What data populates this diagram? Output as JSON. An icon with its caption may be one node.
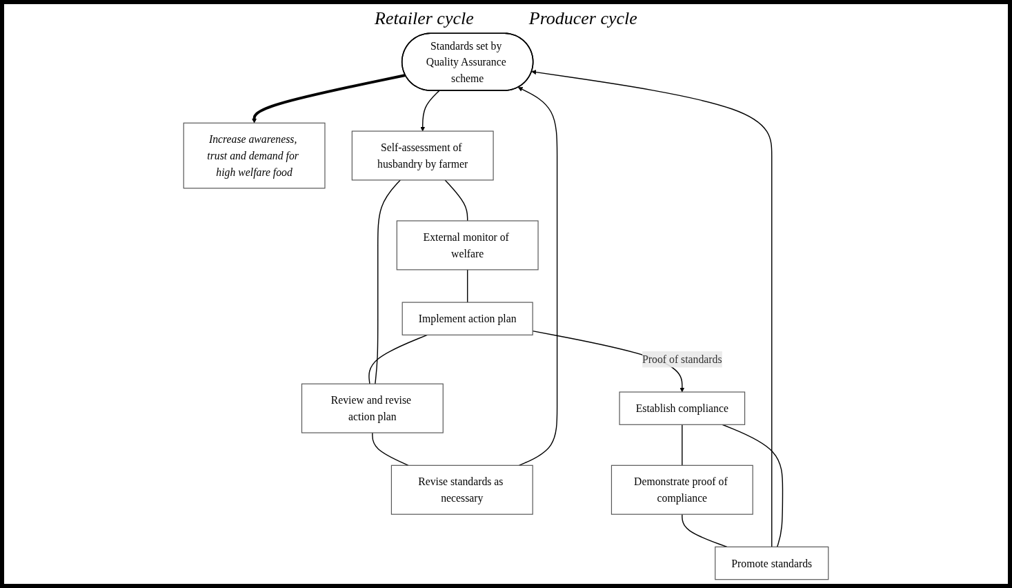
{
  "diagram": {
    "nodes": [
      {
        "text": [
          "Standards set by Quality Assurance scheme"
        ]
      },
      {
        "text": [
          "Increase awareness, trust and demand for high welfare food"
        ]
      },
      {
        "text": [
          "Promote standards"
        ]
      },
      {
        "text": [
          "Revise standards as necessary"
        ]
      },
      {
        "text": [
          "Self-assessment of husbandry by farmer"
        ]
      },
      {
        "text": [
          "Demonstrate proof of compliance"
        ]
      },
      {
        "text": [
          "Review and revise action plan"
        ]
      },
      {
        "text": [
          "External monitor of welfare"
        ]
      },
      {
        "text": [
          "Establish compliance"
        ]
      },
      {
        "text": [
          "Implement action plan"
        ]
      }
    ],
    "edges": [
      {
        "from": 0,
        "to": 1,
        "arrow": "to",
        "style": "thick"
      },
      {
        "from": 2,
        "to": 0,
        "arrow": "to"
      },
      {
        "from": 3,
        "to": 0,
        "arrow": "to"
      },
      {
        "from": 0,
        "to": 4,
        "arrow": "to"
      },
      {
        "from": 6,
        "to": 3,
        "arrow": "none"
      },
      {
        "from": 4,
        "to": 7,
        "arrow": "none"
      },
      {
        "from": 7,
        "to": 9,
        "arrow": "none"
      },
      {
        "from": 9,
        "to": 6,
        "arrow": "none"
      },
      {
        "from": 6,
        "to": 4,
        "arrow": "none"
      },
      {
        "from": 5,
        "to": 2,
        "arrow": "none"
      },
      {
        "from": 2,
        "to": 8,
        "arrow": "none"
      },
      {
        "from": 8,
        "to": 5,
        "arrow": "none"
      },
      {
        "from": 9,
        "to": 8,
        "arrow": "to",
        "label": "Proof of standards"
      }
    ],
    "labels": [
      "Retailer cycle",
      "Producer cycle"
    ]
  }
}
